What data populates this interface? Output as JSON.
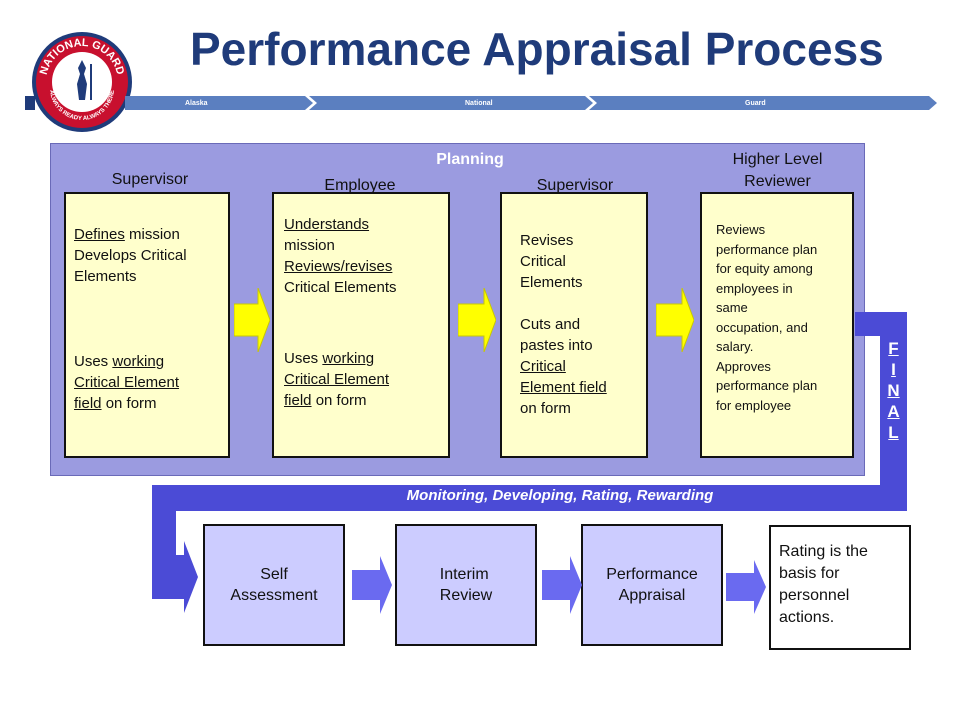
{
  "header": {
    "title": "Performance Appraisal Process",
    "logo_text": "NATIONAL GUARD",
    "logo_motto": "ALWAYS READY ALWAYS THERE",
    "chevrons": [
      "Alaska",
      "National",
      "Guard"
    ]
  },
  "planning": {
    "title": "Planning",
    "roles": [
      "Supervisor",
      "Employee",
      "Supervisor",
      "Higher Level",
      "Reviewer"
    ],
    "cards": [
      {
        "lines_a": [
          "Defines",
          " mission"
        ],
        "lines_b": [
          "Develops Critical",
          "Elements"
        ],
        "lines_c": [
          "Uses ",
          "working",
          "Critical Element",
          "field",
          " on form"
        ]
      },
      {
        "lines_a": [
          "Understands",
          "mission",
          "Reviews/revises",
          "Critical Elements"
        ],
        "lines_c": [
          "Uses ",
          "working",
          "Critical Element",
          "field",
          " on form"
        ]
      },
      {
        "lines_a": [
          "Revises",
          "Critical",
          "Elements"
        ],
        "lines_c": [
          "Cuts and",
          "pastes into",
          "Critical",
          "Element field",
          "on form"
        ]
      },
      {
        "text": [
          "Reviews",
          "performance plan",
          "for equity among",
          "employees in",
          "same",
          "occupation, and",
          "salary.",
          "Approves",
          "performance plan",
          "for employee"
        ]
      }
    ]
  },
  "final_label": [
    "F",
    "I",
    "N",
    "A",
    "L"
  ],
  "monitoring": {
    "label": "Monitoring, Developing, Rating, Rewarding"
  },
  "steps": [
    {
      "line1": "Self",
      "line2": "Assessment"
    },
    {
      "line1": "Interim",
      "line2": "Review"
    },
    {
      "line1": "Performance",
      "line2": "Appraisal"
    }
  ],
  "rating_note": [
    "Rating is the",
    "basis for",
    "personnel",
    "actions."
  ],
  "colors": {
    "title": "#1f3b7a",
    "panel": "#9b9be0",
    "card": "#ffffcc",
    "arrow_yellow": "#ffff00",
    "bar": "#4b4bd6",
    "step": "#ccccff"
  }
}
